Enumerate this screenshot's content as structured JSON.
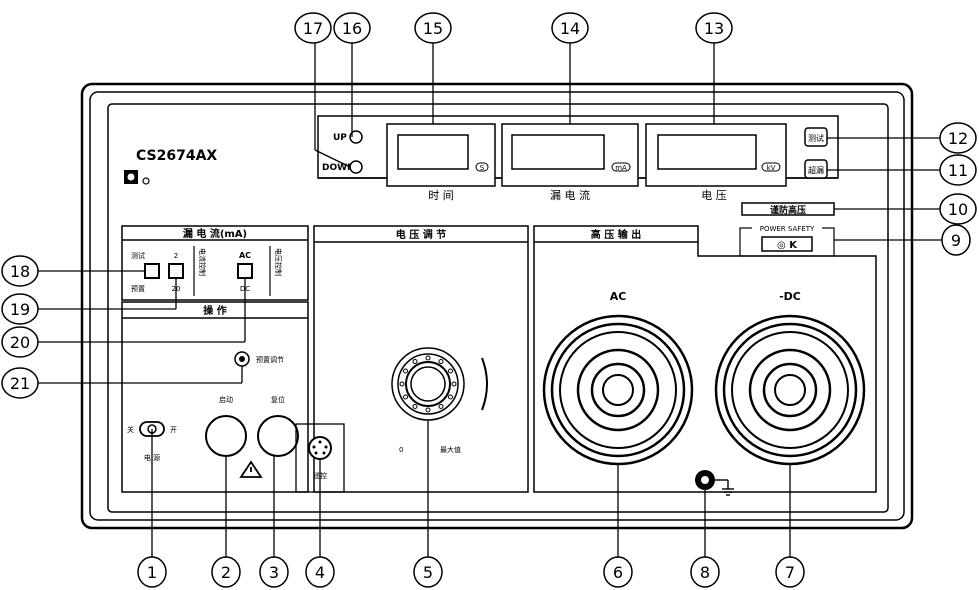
{
  "model": "CS2674AX",
  "displays": {
    "time": {
      "label": "时 间",
      "unit": "S"
    },
    "leak": {
      "label": "漏 电 流",
      "unit": "mA"
    },
    "voltage": {
      "label": "电 压",
      "unit": "kV"
    }
  },
  "up_label": "UP",
  "down_label": "DOWN",
  "buttons": {
    "test": "测试",
    "leak": "超漏"
  },
  "warning": "谨防高压",
  "power_safety": {
    "title": "POWER SAFETY",
    "symbols": "◎ K"
  },
  "sections": {
    "leak_current": "漏 电 流(mA)",
    "voltage_adjust": "电 压 调 节",
    "hv_output": "高 压 输 出",
    "operation": "操 作"
  },
  "leak_controls": {
    "test": "测试",
    "preset": "预置",
    "range_2": "2",
    "range_20": "20",
    "current_control": "电流控制",
    "ac": "AC",
    "dc": "DC",
    "voltage_control": "电压控制"
  },
  "preset_adjust": "预置调节",
  "power_switch": {
    "on": "关",
    "off": "开",
    "label": "电 源"
  },
  "start_label": "启动",
  "reset_label": "复位",
  "remote_label": "遥控",
  "knob": {
    "zero": "0",
    "max": "最大值"
  },
  "outputs": {
    "ac": "AC",
    "dc": "-DC"
  },
  "callouts": {
    "c1": "1",
    "c2": "2",
    "c3": "3",
    "c4": "4",
    "c5": "5",
    "c6": "6",
    "c7": "7",
    "c8": "8",
    "c9": "9",
    "c10": "10",
    "c11": "11",
    "c12": "12",
    "c13": "13",
    "c14": "14",
    "c15": "15",
    "c16": "16",
    "c17": "17",
    "c18": "18",
    "c19": "19",
    "c20": "20",
    "c21": "21"
  }
}
